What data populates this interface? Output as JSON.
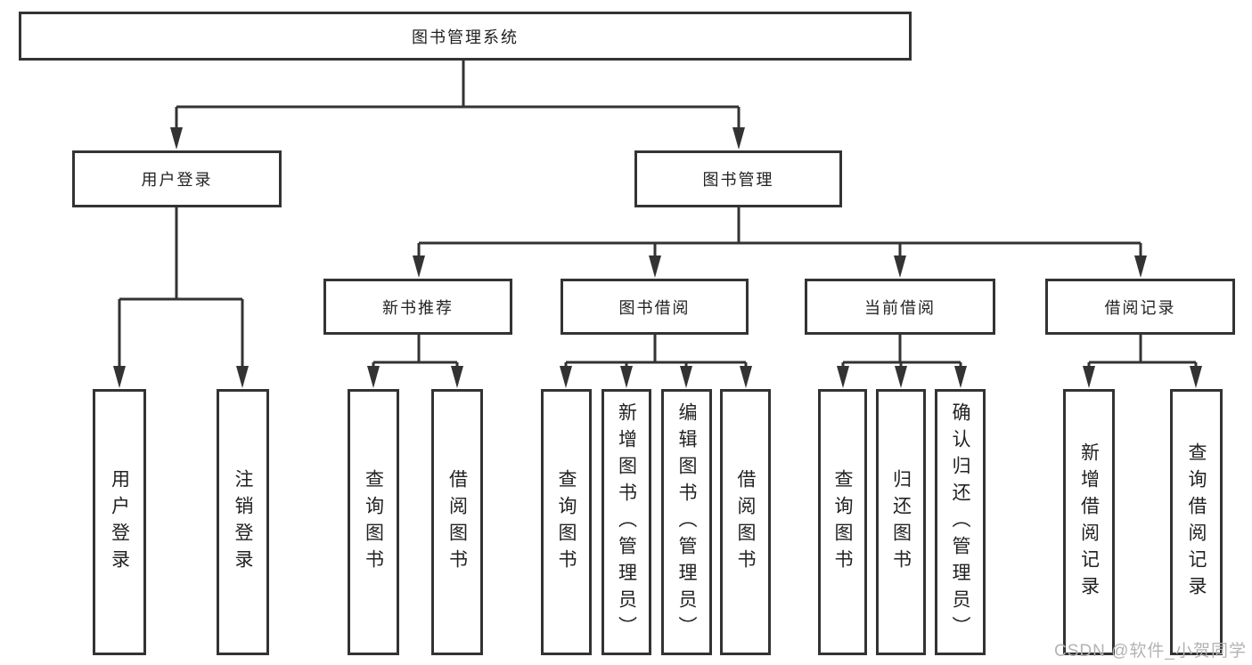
{
  "diagram_title": "图书管理系统",
  "tree": {
    "label": "图书管理系统",
    "children": [
      {
        "label": "用户登录",
        "children": [
          {
            "label": "用户登录"
          },
          {
            "label": "注销登录"
          }
        ]
      },
      {
        "label": "图书管理",
        "children": [
          {
            "label": "新书推荐",
            "children": [
              {
                "label": "查询图书"
              },
              {
                "label": "借阅图书"
              }
            ]
          },
          {
            "label": "图书借阅",
            "children": [
              {
                "label": "查询图书"
              },
              {
                "label": "新增图书（管理员）"
              },
              {
                "label": "编辑图书（管理员）"
              },
              {
                "label": "借阅图书"
              }
            ]
          },
          {
            "label": "当前借阅",
            "children": [
              {
                "label": "查询图书"
              },
              {
                "label": "归还图书"
              },
              {
                "label": "确认归还（管理员）"
              }
            ]
          },
          {
            "label": "借阅记录",
            "children": [
              {
                "label": "新增借阅记录"
              },
              {
                "label": "查询借阅记录"
              }
            ]
          }
        ]
      }
    ]
  },
  "watermark": {
    "text": "CSDN @软件_小贺同学"
  },
  "colors": {
    "line": "#333333",
    "box_border": "#333333",
    "text": "#222222",
    "background": "#ffffff",
    "watermark": "#b3b3b3"
  }
}
